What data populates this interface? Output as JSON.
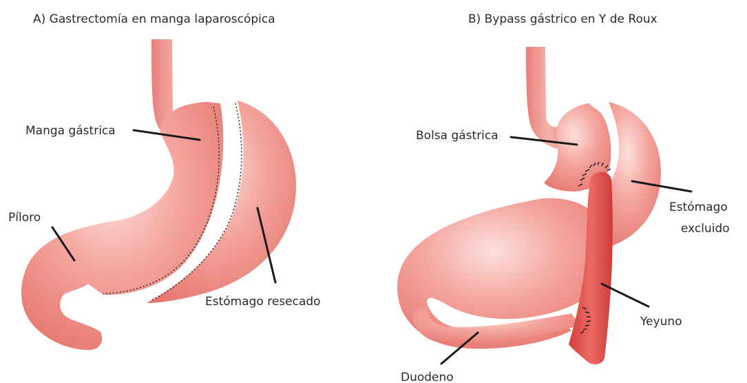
{
  "panel_a": {
    "title": "A) Gastrectomía en manga laparoscópica",
    "labels": {
      "manga": "Manga gástrica",
      "piloro": "Píloro",
      "resecado": "Estómago resecado"
    }
  },
  "panel_b": {
    "title": "B) Bypass gástrico en Y de Roux",
    "labels": {
      "bolsa": "Bolsa gástrica",
      "excluido_1": "Estómago",
      "excluido_2": "excluido",
      "yeyuno": "Yeyuno",
      "duodeno": "Duodeno"
    }
  },
  "colors": {
    "tissue": "#ef8f88",
    "tissue_light": "#fbd0cb",
    "tissue_dark": "#d9635c",
    "jejunum": "#e2514c",
    "line": "#1a1a1a"
  }
}
